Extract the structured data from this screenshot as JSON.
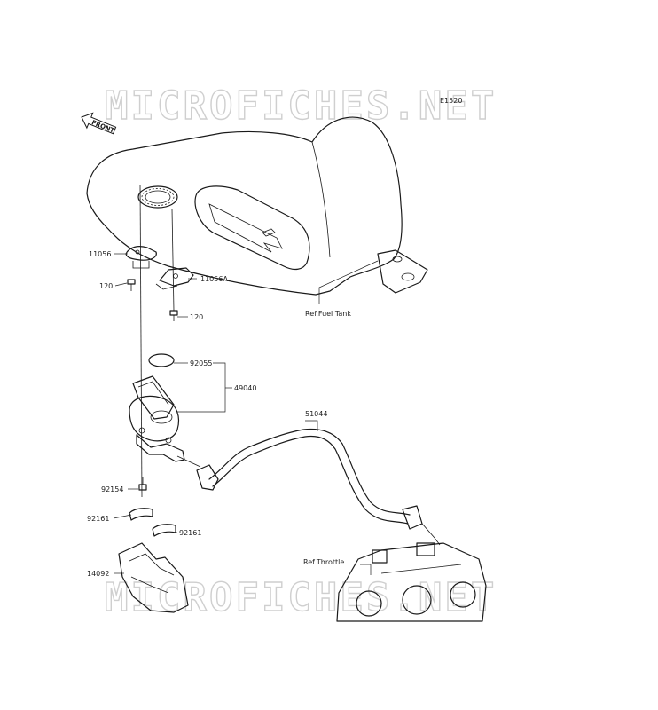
{
  "diagram": {
    "code": "E1520",
    "watermark": "MICROFICHES.NET",
    "front_label": "FRONT",
    "labels": {
      "p11056": "11056",
      "p11056a": "11056A",
      "p120a": "120",
      "p120b": "120",
      "p92055": "92055",
      "p49040": "49040",
      "p51044": "51044",
      "p92154": "92154",
      "p92161a": "92161",
      "p92161b": "92161",
      "p14092": "14092",
      "ref_tank": "Ref.Fuel Tank",
      "ref_throttle": "Ref.Throttle"
    }
  }
}
